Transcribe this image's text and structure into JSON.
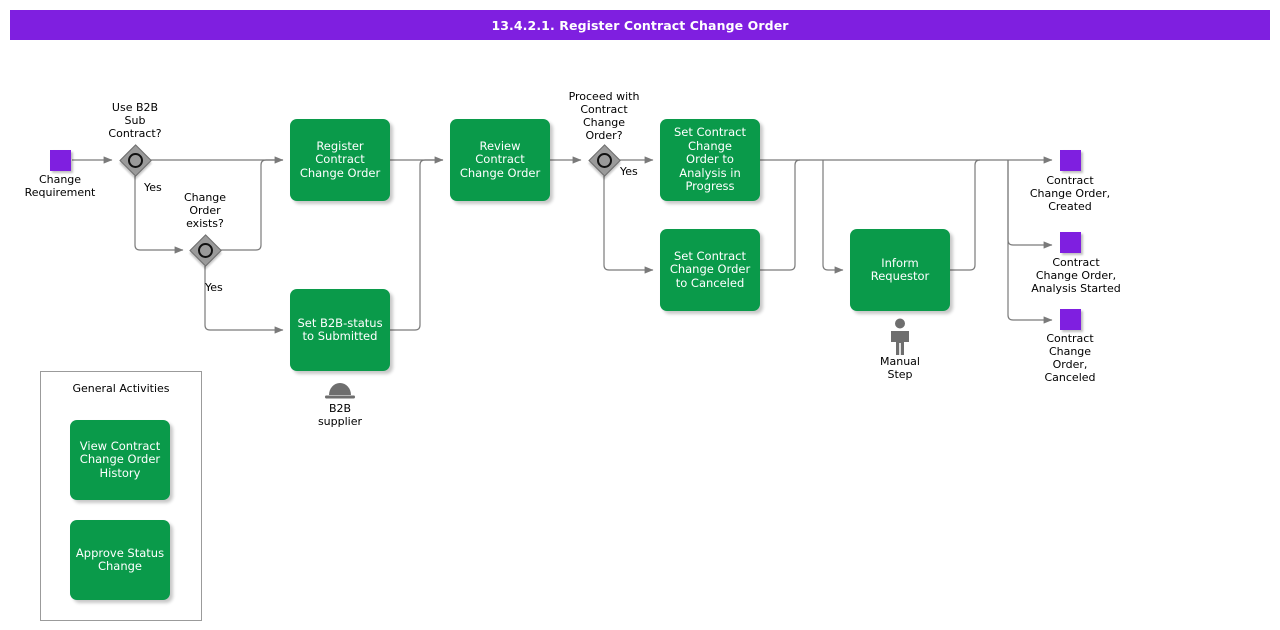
{
  "header": {
    "title": "13.4.2.1. Register Contract Change Order",
    "background_color": "#7f1fe0",
    "text_color": "#ffffff"
  },
  "palette": {
    "task_green": "#0a9a4a",
    "event_purple": "#7f1fe0",
    "gateway_gray": "#9a9a9a",
    "connector_gray": "#7a7a7a",
    "marker_gray": "#6e6e6e"
  },
  "diagram": {
    "type": "bpmn-process-flow",
    "start_events": [
      {
        "id": "start-change-requirement",
        "label": "Change\nRequirement",
        "shape": "square",
        "color": "#7f1fe0"
      }
    ],
    "gateways": [
      {
        "id": "gw-use-b2b-sub-contract",
        "label": "Use B2B\nSub\nContract?",
        "type": "event-based",
        "outgoing": [
          "Yes"
        ]
      },
      {
        "id": "gw-change-order-exists",
        "label": "Change\nOrder\nexists?",
        "type": "event-based",
        "outgoing": [
          "Yes"
        ]
      },
      {
        "id": "gw-proceed-with-contract-change-order",
        "label": "Proceed with\nContract\nChange\nOrder?",
        "type": "event-based",
        "outgoing": [
          "Yes"
        ]
      }
    ],
    "tasks": [
      {
        "id": "task-register-contract-change-order",
        "label": "Register\nContract\nChange Order"
      },
      {
        "id": "task-review-contract-change-order",
        "label": "Review\nContract\nChange Order"
      },
      {
        "id": "task-set-analysis-in-progress",
        "label": "Set Contract\nChange\nOrder to\nAnalysis in\nProgress"
      },
      {
        "id": "task-set-canceled",
        "label": "Set Contract\nChange Order\nto Canceled"
      },
      {
        "id": "task-set-b2b-status-submitted",
        "label": "Set B2B-status\nto Submitted"
      },
      {
        "id": "task-inform-requestor",
        "label": "Inform\nRequestor"
      }
    ],
    "end_events": [
      {
        "id": "end-created",
        "label": "Contract\nChange Order,\nCreated"
      },
      {
        "id": "end-analysis-started",
        "label": "Contract\nChange Order,\nAnalysis Started"
      },
      {
        "id": "end-canceled",
        "label": "Contract\nChange\nOrder,\nCanceled"
      }
    ],
    "markers": [
      {
        "id": "marker-b2b-supplier",
        "icon": "system-supplier-icon",
        "label": "B2B\nsupplier"
      },
      {
        "id": "marker-manual-step",
        "icon": "person-icon",
        "label": "Manual\nStep"
      }
    ],
    "edge_labels": [
      {
        "id": "edge-label-yes-1",
        "text": "Yes"
      },
      {
        "id": "edge-label-yes-2",
        "text": "Yes"
      },
      {
        "id": "edge-label-yes-3",
        "text": "Yes"
      }
    ]
  },
  "legend": {
    "title": "General Activities",
    "items": [
      {
        "id": "legend-view-contract-change-order-history",
        "label": "View Contract\nChange Order\nHistory"
      },
      {
        "id": "legend-approve-status-change",
        "label": "Approve Status\nChange"
      }
    ]
  }
}
